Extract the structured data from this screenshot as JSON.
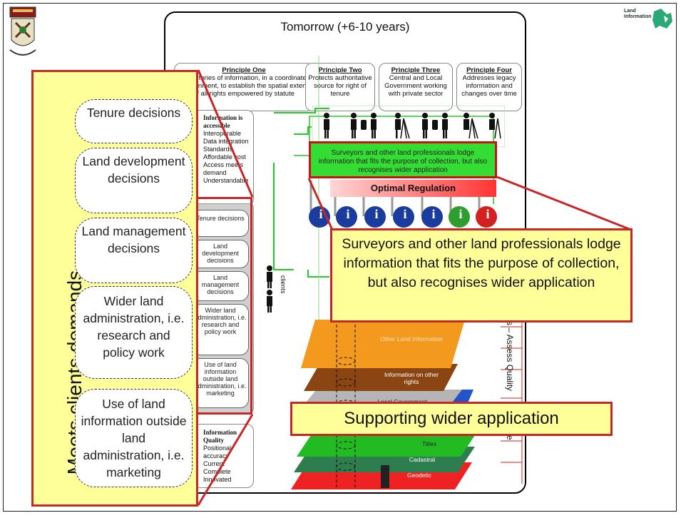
{
  "main": {
    "title": "Tomorrow (+6-10 years)",
    "principles": [
      {
        "heading": "Principle One",
        "text": "Repositories of information, in a coordinated environment, to establish the spatial extent of all rights empowered by statute"
      },
      {
        "heading": "Principle Two",
        "text": "Protects authoritative source for right of tenure"
      },
      {
        "heading": "Principle Three",
        "text": "Central and Local Government working with private sector"
      },
      {
        "heading": "Principle Four",
        "text": "Addresses legacy information and changes over time"
      }
    ],
    "accessible_box": {
      "heading": "Information is accessible",
      "lines": [
        "Interoperable",
        "Data integration",
        "Standards",
        "Affordable cost",
        "Access meets demand",
        "Understandable"
      ]
    },
    "quality_box": {
      "heading": "Information Quality",
      "lines": [
        "Positional accuracy",
        "Current",
        "Complete",
        "Innovated"
      ]
    },
    "mini_decisions": [
      "Tenure decisions",
      "Land development decisions",
      "Land management decisions",
      "Wider land administration, i.e. research and policy work",
      "Use of land information outside land administration, i.e. marketing"
    ],
    "clients_label": "clients",
    "green_box_text": "Surveyors and other land professionals lodge information that fits the purpose of collection, but also recognises wider application",
    "optimal_regulation": "Optimal Regulation",
    "info_icon_glyph": "i",
    "side_label": "s – Assess Quality",
    "side_label_2": "e",
    "layers": [
      "Other Land Information",
      "Information on other rights",
      "Local Government",
      "Titles",
      "Cadastral",
      "Geodetic"
    ]
  },
  "callout": {
    "text": "Surveyors and other land professionals lodge information that fits the purpose of collection, but also recognises wider application"
  },
  "support_banner": "Supporting wider application",
  "left_panel": {
    "vertical_title": "Meets clients demands…",
    "items": [
      "Tenure decisions",
      "Land development decisions",
      "Land management decisions",
      "Wider land administration, i.e. research and policy work",
      "Use of land information outside land administration, i.e. marketing"
    ]
  },
  "logo": {
    "text": "Land Information"
  },
  "colors": {
    "callout_fill": "#ffff99",
    "callout_border": "#c62828",
    "green_box": "#33dd33",
    "info_blue": "#1a3c9e",
    "info_green": "#2e9e2e",
    "info_red": "#d32020",
    "layer_orange": "#f39a1e",
    "layer_brown": "#8b4513",
    "layer_gray": "#b5b5b5",
    "layer_green": "#22bb22",
    "layer_dark_green": "#2e7d4f",
    "layer_red": "#ee2222"
  }
}
